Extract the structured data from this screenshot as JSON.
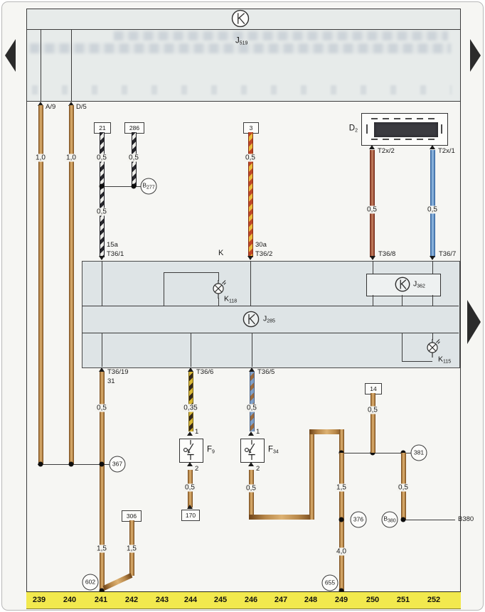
{
  "header": {
    "bus": {
      "main": "J",
      "sub": "519"
    }
  },
  "connectors": {
    "a9": "A/9",
    "d5": "D/5",
    "box21": "21",
    "box286": "286",
    "box3": "3",
    "box14": "14",
    "box306": "306",
    "box170": "170",
    "t15a": "15a",
    "t36_1": "T36/1",
    "k_point": "K",
    "t30a": "30a",
    "t36_2": "T36/2",
    "t36_8": "T36/8",
    "t36_7": "T36/7",
    "t2x_2": "T2x/2",
    "t2x_1": "T2x/1",
    "t36_19": "T36/19",
    "pin31": "31",
    "t36_6": "T36/6",
    "t36_5": "T36/5",
    "pin1": "1",
    "pin2": "2"
  },
  "components": {
    "d2": {
      "main": "D",
      "sub": "2"
    },
    "k118": {
      "main": "K",
      "sub": "118"
    },
    "j362": {
      "main": "J",
      "sub": "362"
    },
    "j285": {
      "main": "J",
      "sub": "285"
    },
    "k115": {
      "main": "K",
      "sub": "115"
    },
    "f9": {
      "main": "F",
      "sub": "9"
    },
    "f34": {
      "main": "F",
      "sub": "34"
    }
  },
  "junctions": {
    "b277": {
      "main": "B",
      "sub": "277"
    },
    "n367": "367",
    "n381": "381",
    "n376": "376",
    "n655": "655",
    "n602": "602",
    "b380": {
      "main": "B",
      "sub": "380"
    },
    "b380_ref": "B380"
  },
  "sizes": {
    "a9": "1,0",
    "d5": "1,0",
    "w21_upper": "0,5",
    "w286": "0,5",
    "w21_lower": "0,5",
    "w3": "0,5",
    "t2x2": "0,5",
    "t2x1": "0,5",
    "w19": "0,5",
    "w19_lower": "1,5",
    "w306": "1,5",
    "w6": "0,35",
    "f9_out": "0,5",
    "w5": "0,5",
    "f34_out": "0,5",
    "w14": "0,5",
    "w376": "1,5",
    "w655": "4,0",
    "w380": "0,5"
  },
  "tracks": [
    "239",
    "240",
    "241",
    "242",
    "243",
    "244",
    "245",
    "246",
    "247",
    "248",
    "249",
    "250",
    "251",
    "252"
  ],
  "colors": {
    "band_fill": "#dee4e6",
    "top_fill": "#e7ebea",
    "track_band": "#f2e94e",
    "wire_brown": "#b8884a",
    "wire_brown_red": "#a85a40",
    "wire_blue": "#6d9aca"
  }
}
